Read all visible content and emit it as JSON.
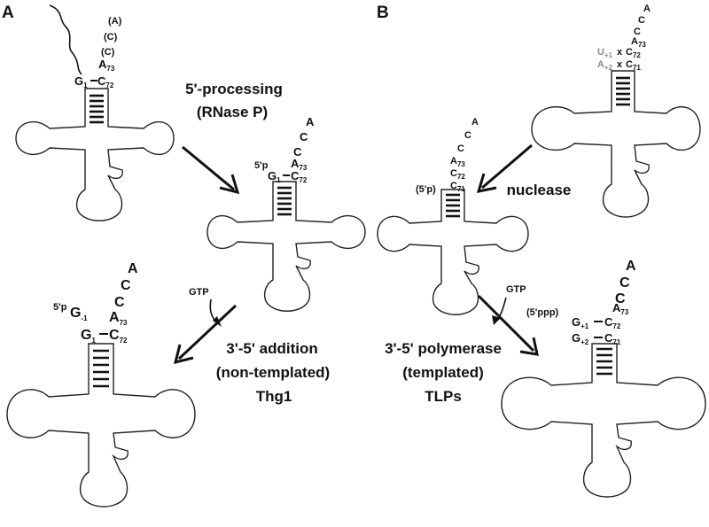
{
  "panels": {
    "a": "A",
    "b": "B"
  },
  "steps": {
    "processing_line1": "5'-processing",
    "processing_line2": "(RNase P)",
    "nuclease": "nuclease",
    "addition_line1": "3'-5' addition",
    "addition_line2": "(non-templated)",
    "addition_line3": "Thg1",
    "polymerase_line1": "3'-5' polymerase",
    "polymerase_line2": "(templated)",
    "polymerase_line3": "TLPs",
    "gtp_left": "GTP",
    "gtp_right": "GTP"
  },
  "trna_precursor": {
    "tail": [
      "(A)",
      "(C)",
      "(C)"
    ],
    "a73": "A",
    "a73_sub": "73",
    "g1": "G",
    "g1_sub": "1",
    "c72": "C",
    "c72_sub": "72"
  },
  "trna_processed": {
    "tail": [
      "A",
      "C",
      "C"
    ],
    "a73": "A",
    "a73_sub": "73",
    "prefix": "5'p",
    "g1": "G",
    "g1_sub": "1",
    "c72": "C",
    "c72_sub": "72"
  },
  "trna_thg1": {
    "tail": [
      "A",
      "C",
      "C"
    ],
    "a73": "A",
    "a73_sub": "73",
    "prefix": "5'p",
    "gm1": "G",
    "gm1_sub": "-1",
    "g1": "G",
    "g1_sub": "1",
    "c72": "C",
    "c72_sub": "72"
  },
  "trna_truncated_source": {
    "tail": [
      "A",
      "C",
      "C"
    ],
    "a73": "A",
    "a73_sub": "73",
    "u1": "U",
    "u1_sub": "+1",
    "a2": "A",
    "a2_sub": "+2",
    "cross": "x",
    "c72": "C",
    "c72_sub": "72",
    "c71": "C",
    "c71_sub": "71"
  },
  "trna_nuclease_product": {
    "tail": [
      "A",
      "C",
      "C"
    ],
    "a73": "A",
    "a73_sub": "73",
    "c72": "C",
    "c72_sub": "72",
    "c71": "C",
    "c71_sub": "71",
    "prefix": "(5'p)"
  },
  "trna_repaired": {
    "tail": [
      "A",
      "C",
      "C"
    ],
    "a73": "A",
    "a73_sub": "73",
    "prefix": "(5'ppp)",
    "g1": "G",
    "g1_sub": "+1",
    "g2": "G",
    "g2_sub": "+2",
    "c72": "C",
    "c72_sub": "72",
    "c71": "C",
    "c71_sub": "71"
  }
}
